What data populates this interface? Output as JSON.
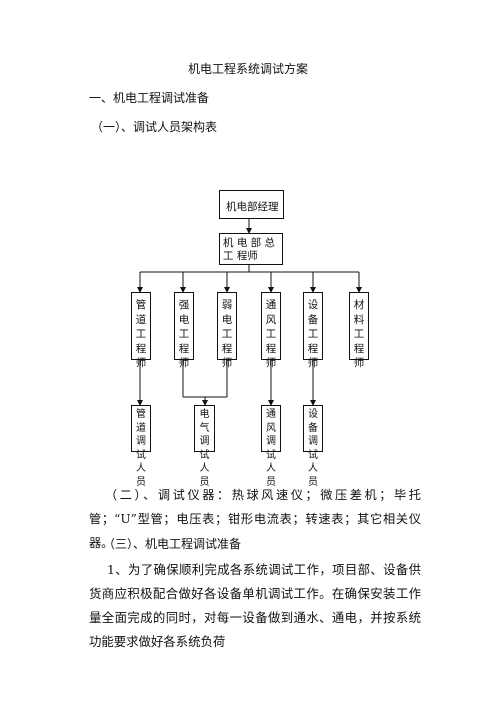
{
  "document": {
    "title": "机电工程系统调试方案",
    "section1": "一、机电工程调试准备",
    "subsection1": "（一）、调试人员架构表",
    "subsection2": "（二）、调试仪器：热球风速仪；微压差机；毕托管；“U”型管；电压表；钳形电流表；转速表；其它相关仪器。",
    "subsection3": "（三）、机电工程调试准备",
    "paragraph1": "1、为了确保顺利完成各系统调试工作，项目部、设备供货商应积极配合做好各设备单机调试工作。在确保安装工作量全面完成的同时，对每一设备做到通水、通电，并按系统功能要求做好各系统负荷"
  },
  "org_chart": {
    "top": "机电部经理",
    "chief": "机 电 部 总 工 程师",
    "engineers": [
      "管道工程师",
      "强电工程师",
      "弱电工程师",
      "通风工程师",
      "设备工程师",
      "材料工程师"
    ],
    "staff": [
      "管道调试人员",
      "电气调试人员",
      "通风调试人员",
      "设备调试人员"
    ]
  }
}
